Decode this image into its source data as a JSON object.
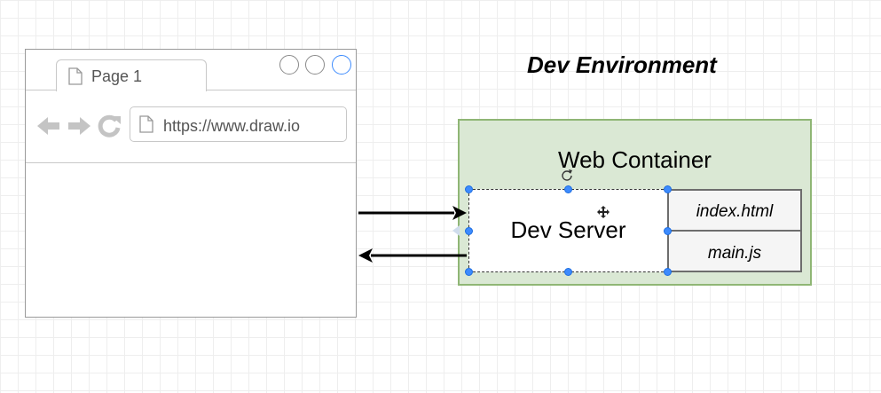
{
  "diagram": {
    "title": "Dev Environment",
    "browser": {
      "tab_label": "Page 1",
      "url": "https://www.draw.io",
      "icons": [
        "document-icon",
        "back-arrow-icon",
        "forward-arrow-icon",
        "reload-icon",
        "window-button-circle"
      ]
    },
    "container": {
      "label": "Web Container",
      "color_fill": "#dae8d4",
      "color_border": "#8fb675",
      "server_label": "Dev Server",
      "files": [
        "index.html",
        "main.js"
      ]
    },
    "arrows": [
      "browser-to-server",
      "server-to-browser"
    ],
    "selection_color": "#3d8bfd"
  }
}
